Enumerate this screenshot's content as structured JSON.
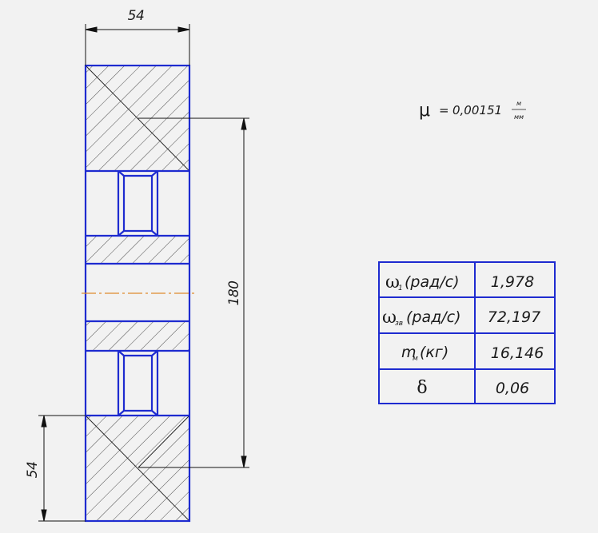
{
  "drawing": {
    "dim_width_top": "54",
    "dim_height_right": "180",
    "dim_height_left": "54",
    "colors": {
      "contour": "#1e2bd0",
      "axis": "#e08a2e",
      "dimension": "#111111",
      "background": "#f2f2f2"
    }
  },
  "scale": {
    "symbol": "μ",
    "equals": "=",
    "value": "0,00151",
    "unit_numerator": "м",
    "unit_denominator": "мм"
  },
  "table": {
    "rows": [
      {
        "symbol": "ω",
        "sub": "1",
        "unit": "(рад/с)",
        "value": "1,978"
      },
      {
        "symbol": "ω",
        "sub": "зв",
        "unit": "(рад/с)",
        "value": "72,197"
      },
      {
        "symbol": "m",
        "sub": "м",
        "unit": "(кг)",
        "value": "16,146"
      },
      {
        "symbol": "δ",
        "sub": "",
        "unit": "",
        "value": "0,06"
      }
    ]
  }
}
